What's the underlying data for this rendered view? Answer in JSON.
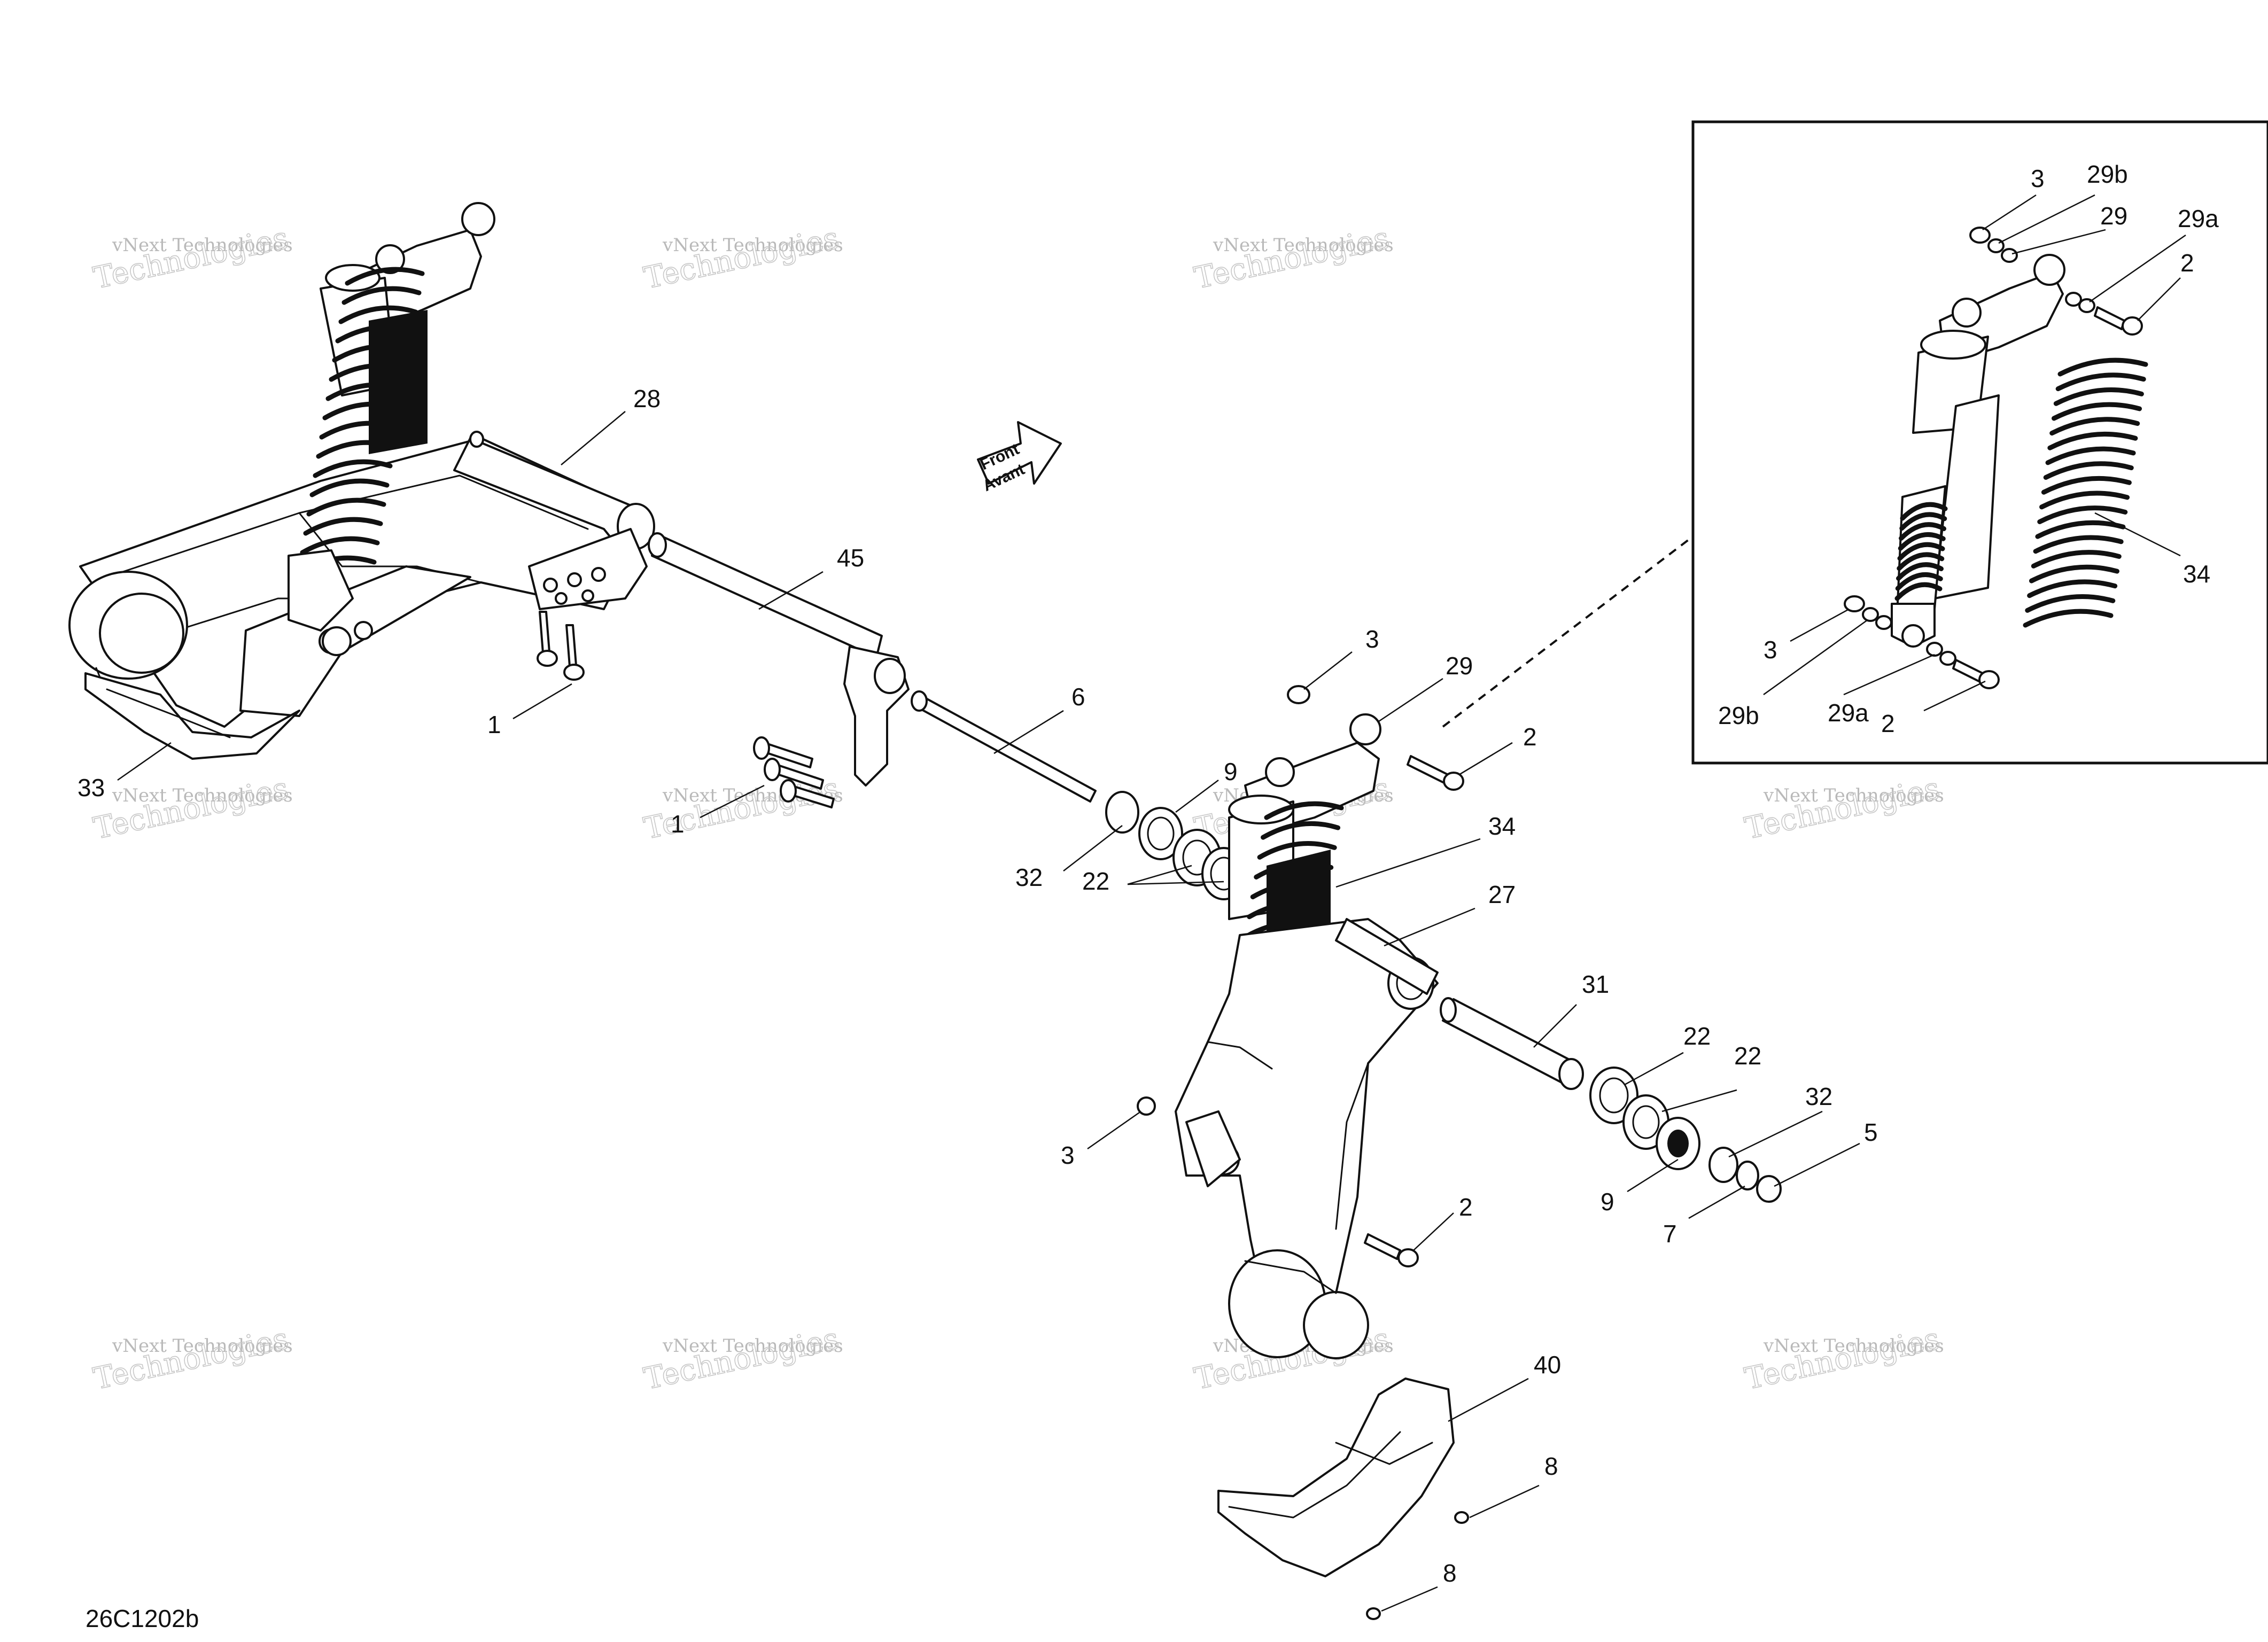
{
  "drawing_code": "26C1202b",
  "watermark": {
    "line1": "vNext Technologies",
    "line2": "Technologies"
  },
  "front_arrow": {
    "line1": "Front",
    "line2": "Avant"
  },
  "callouts": [
    {
      "text": "28"
    },
    {
      "text": "45"
    },
    {
      "text": "1"
    },
    {
      "text": "33"
    },
    {
      "text": "1"
    },
    {
      "text": "6"
    },
    {
      "text": "3"
    },
    {
      "text": "29"
    },
    {
      "text": "2"
    },
    {
      "text": "9"
    },
    {
      "text": "32"
    },
    {
      "text": "22"
    },
    {
      "text": "34"
    },
    {
      "text": "27"
    },
    {
      "text": "31"
    },
    {
      "text": "22"
    },
    {
      "text": "22"
    },
    {
      "text": "32"
    },
    {
      "text": "5"
    },
    {
      "text": "3"
    },
    {
      "text": "9"
    },
    {
      "text": "7"
    },
    {
      "text": "2"
    },
    {
      "text": "40"
    },
    {
      "text": "8"
    },
    {
      "text": "8"
    }
  ],
  "inset_callouts": [
    {
      "text": "3"
    },
    {
      "text": "29b"
    },
    {
      "text": "29"
    },
    {
      "text": "29a"
    },
    {
      "text": "2"
    },
    {
      "text": "34"
    },
    {
      "text": "3"
    },
    {
      "text": "29b"
    },
    {
      "text": "29a"
    },
    {
      "text": "2"
    }
  ]
}
